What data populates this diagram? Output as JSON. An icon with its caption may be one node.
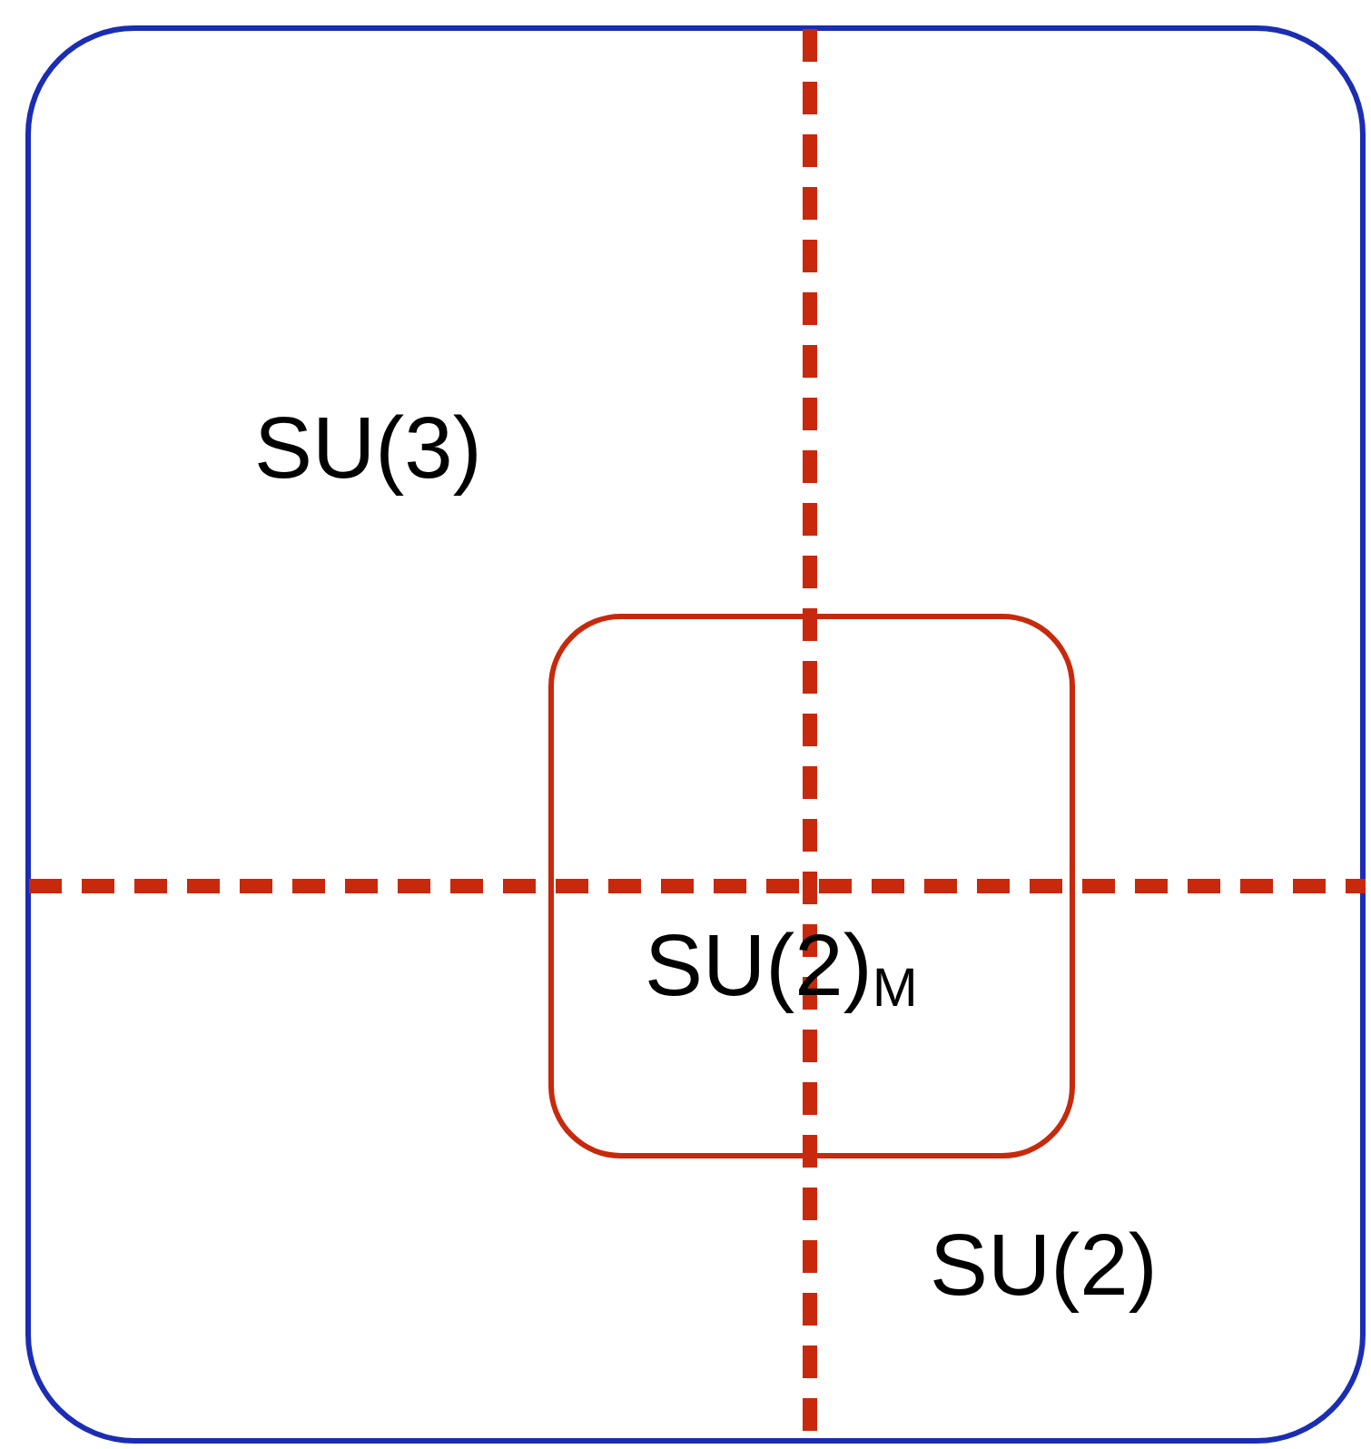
{
  "diagram": {
    "nodes": [
      {
        "text": [],
        "shape": "box"
      },
      {
        "text": [
          "SU(2)$_{M}$"
        ],
        "in": 0
      }
    ],
    "labels": [
      "SU(3)",
      "SU(2)"
    ]
  }
}
